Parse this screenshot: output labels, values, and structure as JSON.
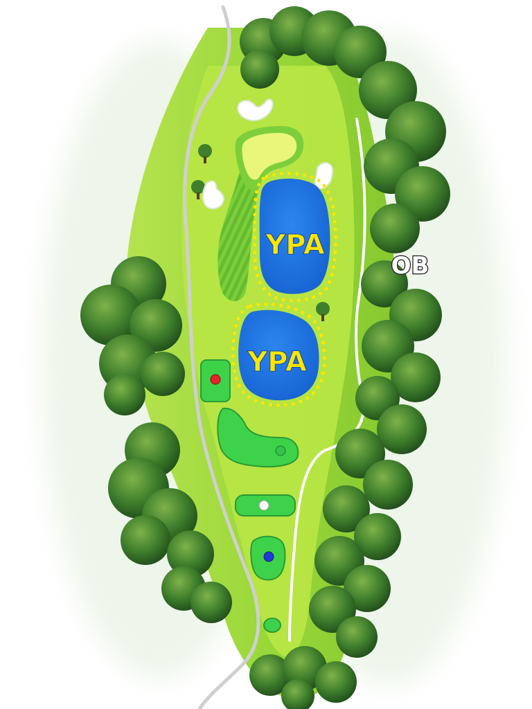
{
  "hole_map": {
    "labels": {
      "hazard_upper": "YPA",
      "hazard_lower": "YPA",
      "out_of_bounds": "OB"
    },
    "tee_markers": [
      {
        "name": "red",
        "color": "#e8232a"
      },
      {
        "name": "green",
        "color": "#34c24a"
      },
      {
        "name": "white",
        "color": "#ffffff"
      },
      {
        "name": "blue",
        "color": "#1f3bd6"
      }
    ],
    "colors": {
      "rough": "#9ad83a",
      "fairway": "#bde84a",
      "green": "#e9f67a",
      "water": "#1a73e6",
      "hazard_dots": "#ffe600",
      "trees": "#2e6a25",
      "cart_path": "#cfcfcf",
      "ob_line": "#ffffff",
      "tee_box": "#3ed24a",
      "label_text": "#ffe600",
      "ob_text": "#ffffff"
    }
  }
}
